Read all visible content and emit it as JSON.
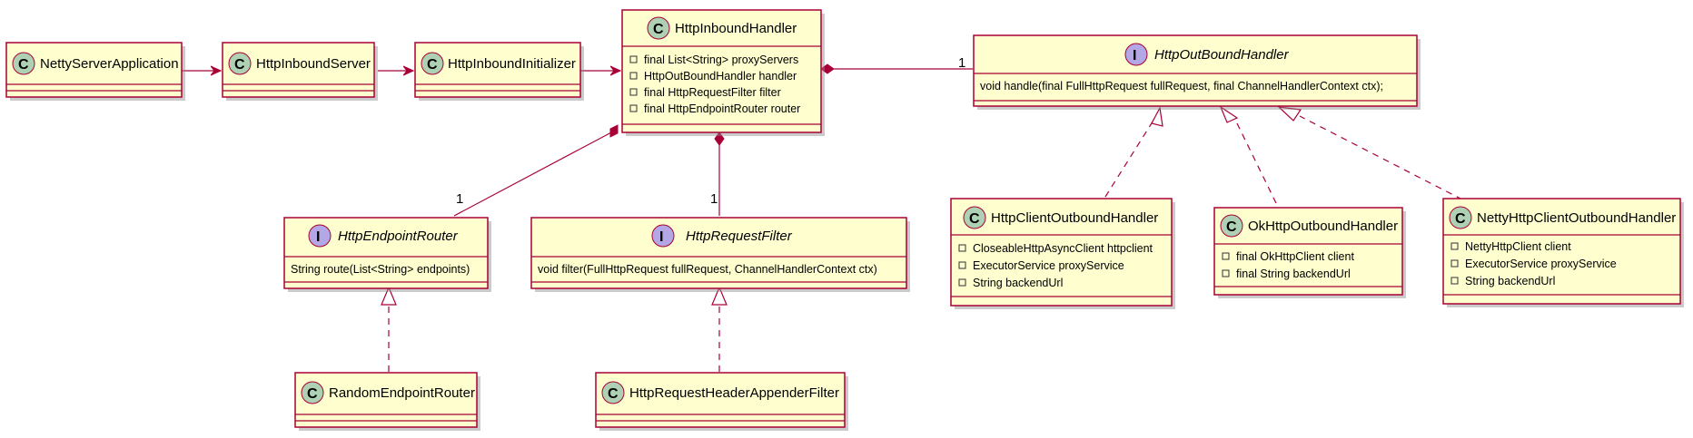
{
  "classes": {
    "netty_server_application": {
      "kind": "C",
      "name": "NettyServerApplication",
      "members": []
    },
    "http_inbound_server": {
      "kind": "C",
      "name": "HttpInboundServer",
      "members": []
    },
    "http_inbound_initializer": {
      "kind": "C",
      "name": "HttpInboundInitializer",
      "members": []
    },
    "http_inbound_handler": {
      "kind": "C",
      "name": "HttpInboundHandler",
      "members": [
        "final List<String> proxyServers",
        "HttpOutBoundHandler handler",
        "final HttpRequestFilter filter",
        "final HttpEndpointRouter router"
      ]
    },
    "http_outbound_handler": {
      "kind": "I",
      "name": "HttpOutBoundHandler",
      "members": [
        "void handle(final FullHttpRequest fullRequest, final ChannelHandlerContext ctx);"
      ]
    },
    "http_endpoint_router": {
      "kind": "I",
      "name": "HttpEndpointRouter",
      "members": [
        "String route(List<String> endpoints)"
      ]
    },
    "http_request_filter": {
      "kind": "I",
      "name": "HttpRequestFilter",
      "members": [
        "void filter(FullHttpRequest fullRequest, ChannelHandlerContext ctx)"
      ]
    },
    "http_client_outbound_handler": {
      "kind": "C",
      "name": "HttpClientOutboundHandler",
      "members": [
        "CloseableHttpAsyncClient httpclient",
        "ExecutorService proxyService",
        "String backendUrl"
      ]
    },
    "ok_http_outbound_handler": {
      "kind": "C",
      "name": "OkHttpOutboundHandler",
      "members": [
        "final OkHttpClient client",
        "final String backendUrl"
      ]
    },
    "netty_http_client_outbound_handler": {
      "kind": "C",
      "name": "NettyHttpClientOutboundHandler",
      "members": [
        "NettyHttpClient client",
        "ExecutorService proxyService",
        "String backendUrl"
      ]
    },
    "random_endpoint_router": {
      "kind": "C",
      "name": "RandomEndpointRouter",
      "members": []
    },
    "http_request_header_appender_filter": {
      "kind": "C",
      "name": "HttpRequestHeaderAppenderFilter",
      "members": []
    }
  },
  "multiplicities": {
    "outbound": "1",
    "router": "1",
    "filter": "1"
  },
  "colors": {
    "box_fill": "#FEFECE",
    "border": "#A80036",
    "class_spot": "#ADD1B2",
    "interface_spot": "#B4A7E5"
  }
}
